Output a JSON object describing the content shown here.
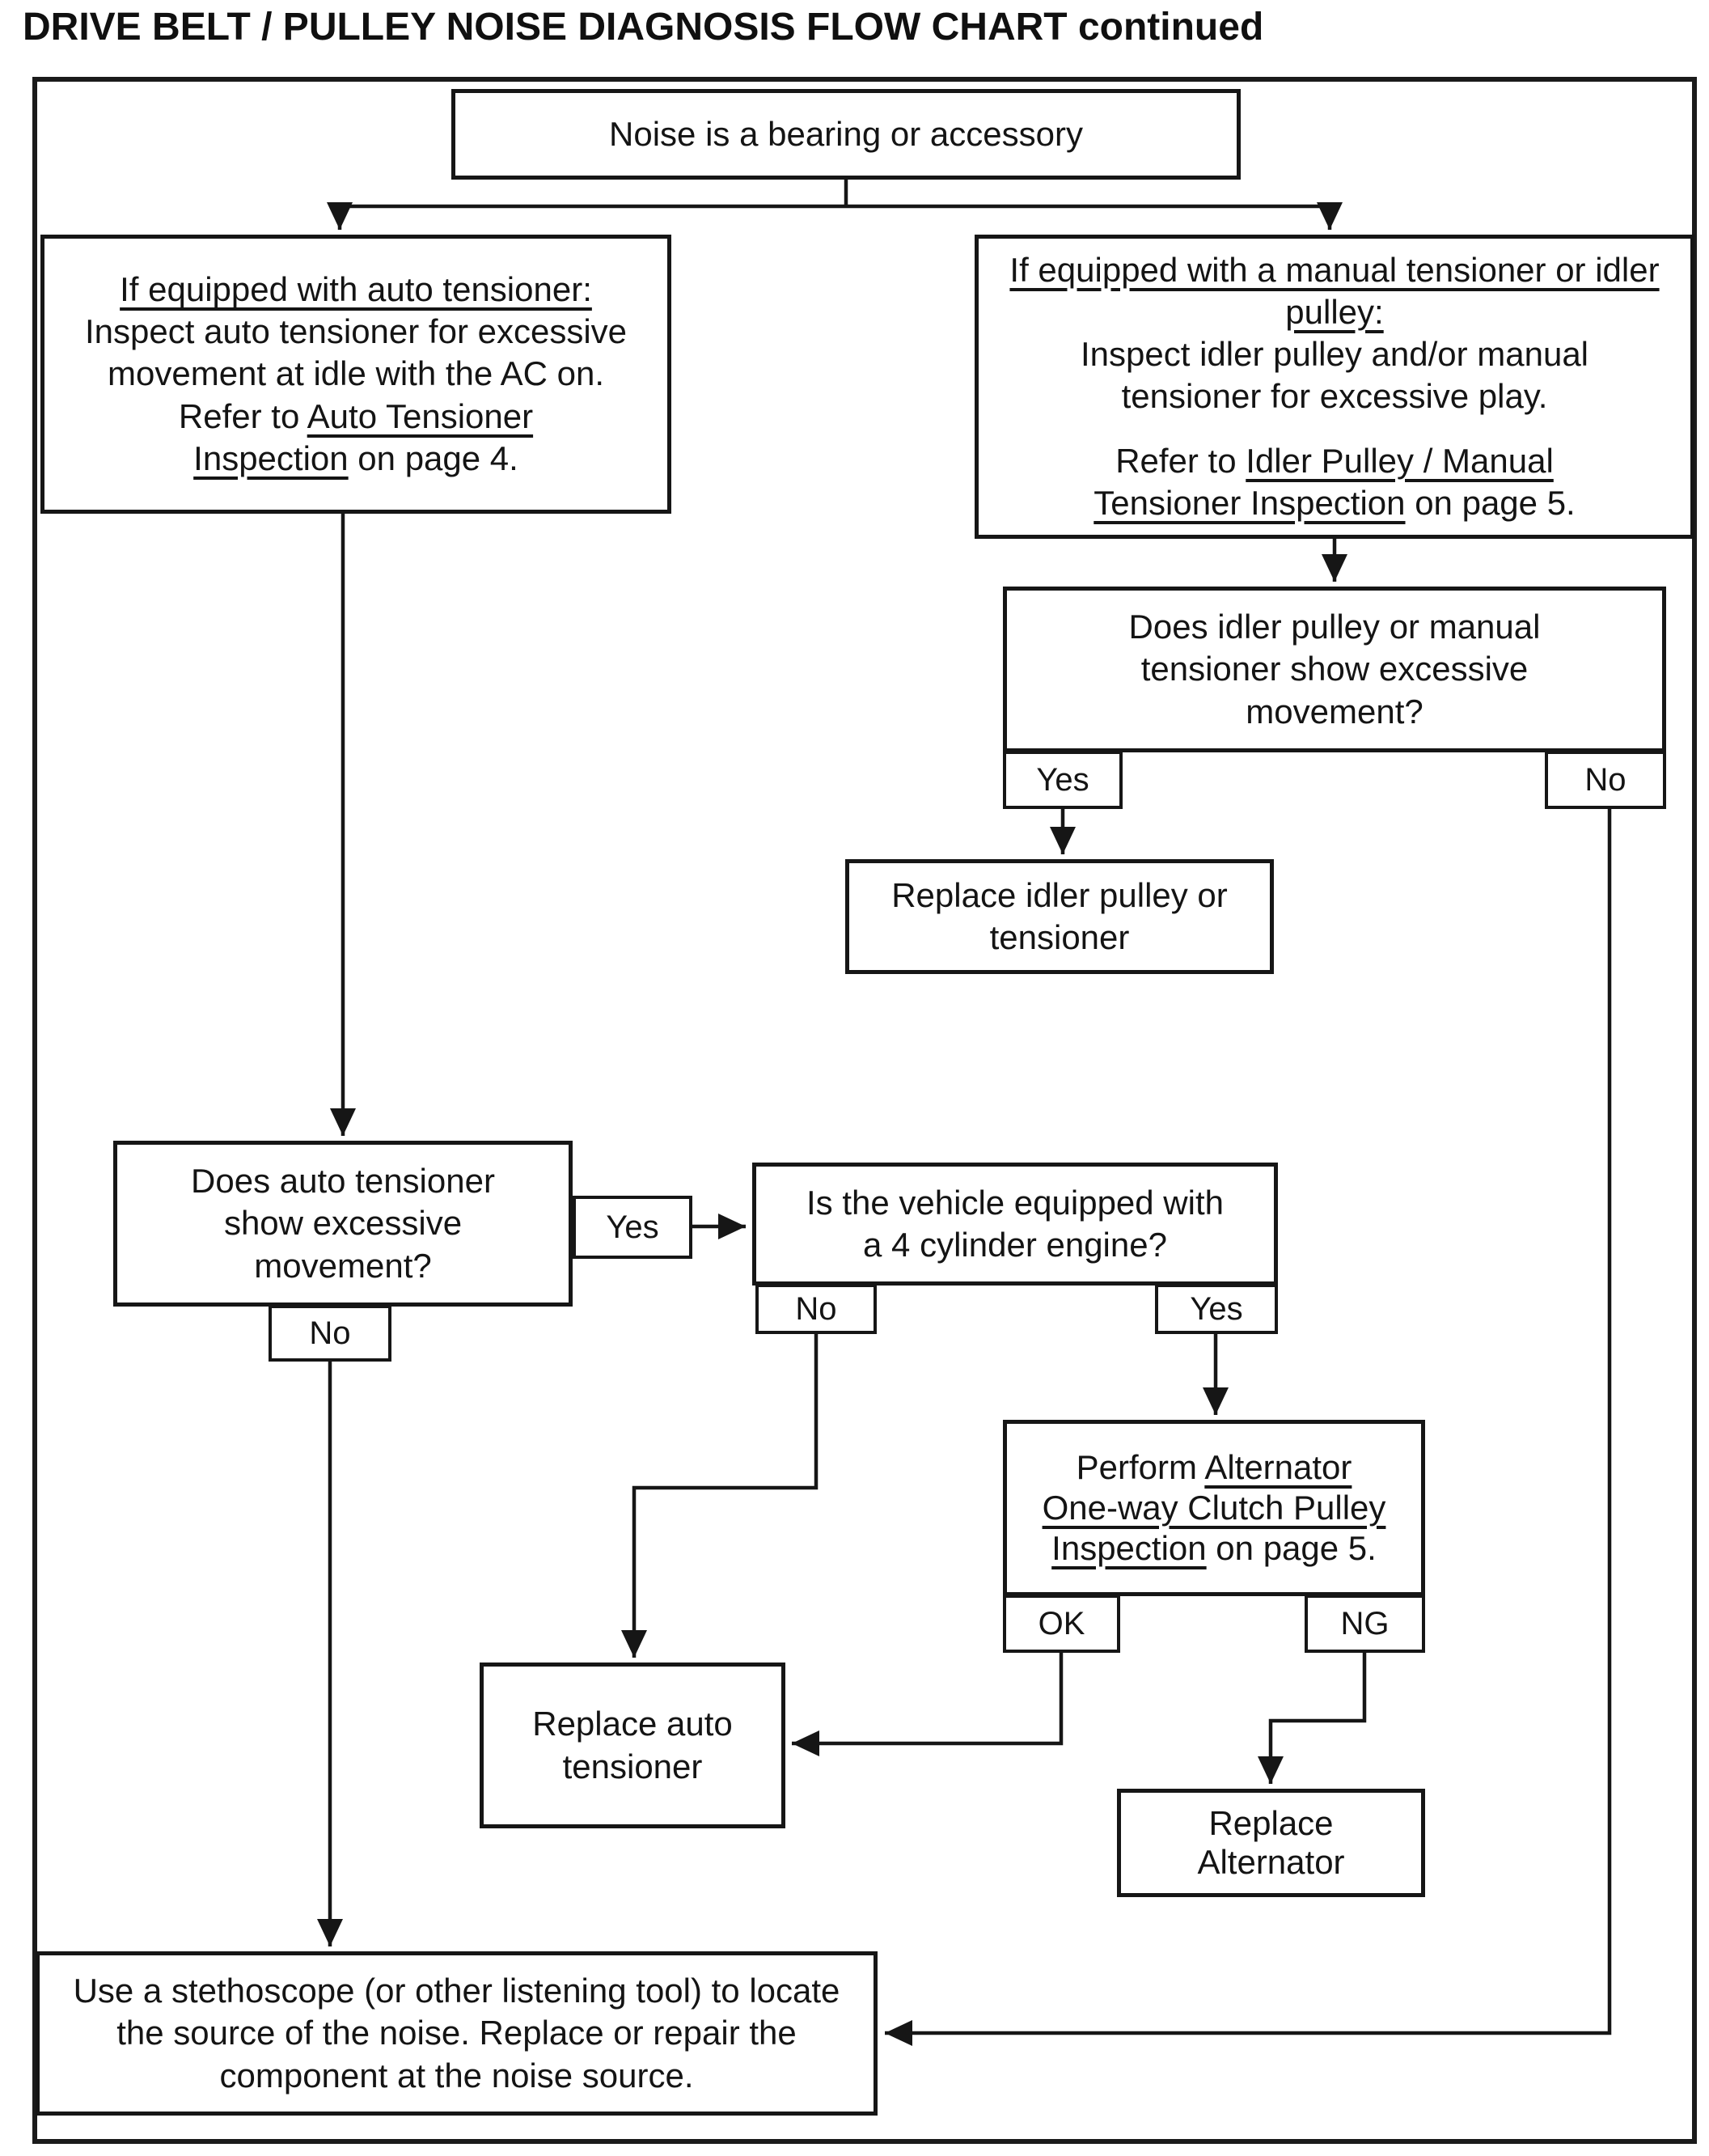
{
  "title": "DRIVE BELT / PULLEY NOISE DIAGNOSIS FLOW CHART continued",
  "branch_labels": {
    "yes": "Yes",
    "no": "No",
    "ok": "OK",
    "ng": "NG"
  },
  "nodes": {
    "start": {
      "text": "Noise is a bearing or accessory"
    },
    "auto_branch": {
      "heading": "If equipped with auto tensioner:",
      "body": "Inspect auto tensioner for excessive movement at idle with the AC on.",
      "refer_prefix": "Refer to ",
      "refer_link": "Auto Tensioner Inspection",
      "refer_suffix": " on page 4."
    },
    "manual_branch": {
      "heading": "If equipped with a manual tensioner or idler pulley:",
      "body": "Inspect idler pulley and/or manual tensioner for excessive play.",
      "refer_prefix": "Refer to ",
      "refer_link": "Idler Pulley / Manual Tensioner Inspection",
      "refer_suffix": " on page 5."
    },
    "idler_question": {
      "text": "Does idler pulley or manual tensioner show excessive movement?"
    },
    "replace_idler": {
      "text": "Replace idler pulley or tensioner"
    },
    "auto_question": {
      "text": "Does auto tensioner show excessive movement?"
    },
    "vehicle_question": {
      "text": "Is the vehicle equipped with a 4 cylinder engine?"
    },
    "perform_inspection": {
      "prefix": "Perform ",
      "link": "Alternator One-way Clutch Pulley Inspection",
      "suffix": " on page 5."
    },
    "replace_auto": {
      "text": "Replace auto tensioner"
    },
    "replace_alternator": {
      "text": "Replace Alternator"
    },
    "stethoscope": {
      "text": "Use a stethoscope (or other listening tool) to locate the source of the noise. Replace or repair the component at the noise source."
    }
  }
}
